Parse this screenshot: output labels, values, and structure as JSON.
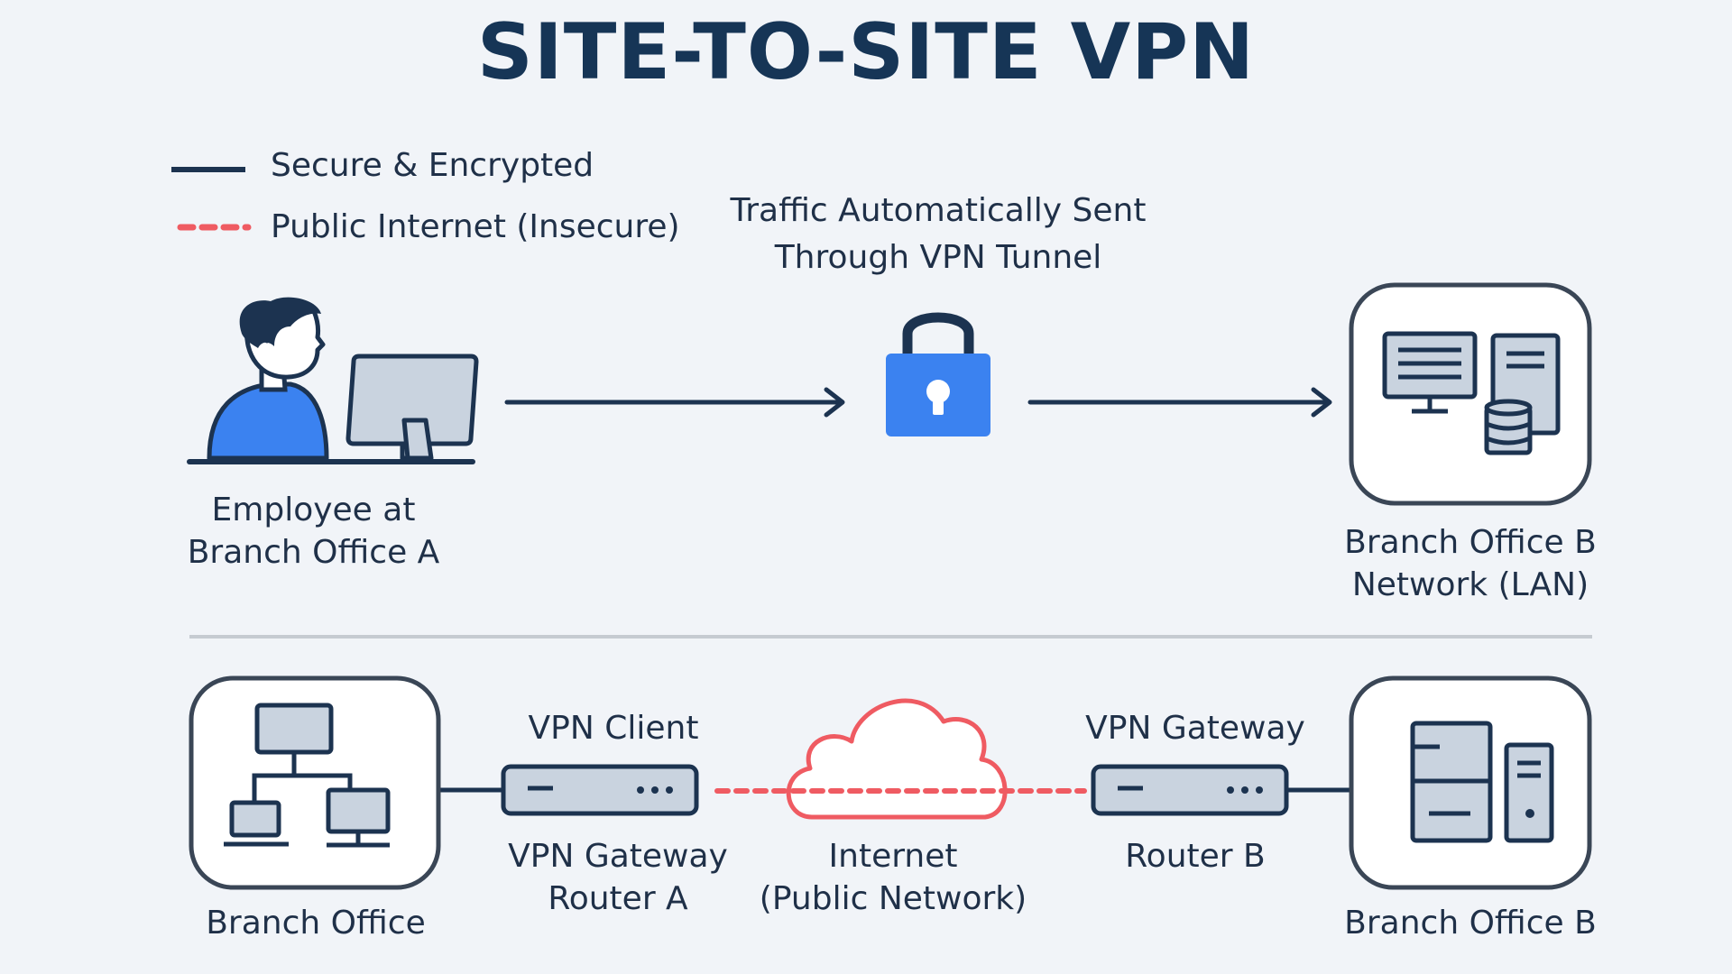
{
  "title": "SITE-TO-SITE VPN",
  "legend": {
    "secure": "Secure & Encrypted",
    "public": "Public Internet (Insecure)"
  },
  "top": {
    "traffic_line1": "Traffic Automatically Sent",
    "traffic_line2": "Through VPN Tunnel",
    "employee_line1": "Employee at",
    "employee_line2": "Branch Office A",
    "lan_line1": "Branch Office B",
    "lan_line2": "Network (LAN)"
  },
  "bottom": {
    "branch_office": "Branch Office",
    "vpn_client": "VPN Client",
    "router_a_line1": "VPN Gateway",
    "router_a_line2": "Router A",
    "internet_line1": "Internet",
    "internet_line2": "(Public Network)",
    "vpn_gateway": "VPN Gateway",
    "router_b": "Router B",
    "branch_office_b": "Branch Office B"
  },
  "colors": {
    "navy": "#1c3350",
    "blue": "#3b82f0",
    "red": "#ef5b62",
    "device": "#c9d3df"
  }
}
